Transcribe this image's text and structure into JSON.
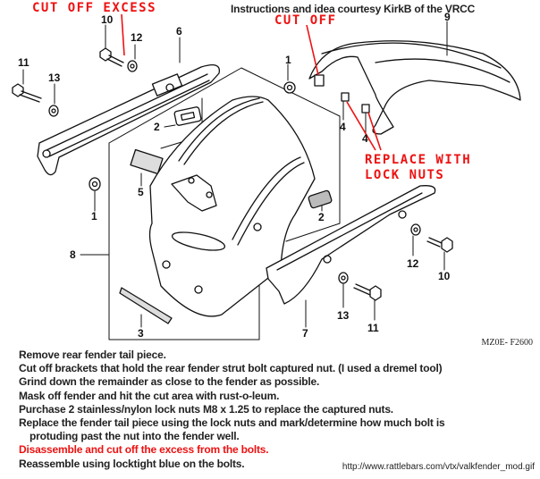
{
  "header": {
    "credit": "Instructions and idea courtesy KirkB of the VRCC"
  },
  "annotations": {
    "cut_off_excess": "CUT OFF EXCESS",
    "cut_off": "CUT OFF",
    "replace_line1": "REPLACE WITH",
    "replace_line2": "LOCK NUTS",
    "color": "#ee1111"
  },
  "callouts": {
    "c10_top": "10",
    "c12_top": "12",
    "c6": "6",
    "c11_left": "11",
    "c13_left": "13",
    "c2_upper": "2",
    "c5": "5",
    "c1_left": "1",
    "c8": "8",
    "c3": "3",
    "c1_right": "1",
    "c9": "9",
    "c4_a": "4",
    "c4_b": "4",
    "c2_lower": "2",
    "c7": "7",
    "c12_right": "12",
    "c10_right": "10",
    "c13_right": "13",
    "c11_right": "11"
  },
  "diagram_code": "MZ0E- F2600",
  "instructions": [
    "Remove rear fender tail piece.",
    "Cut off brackets that hold the rear fender strut bolt captured nut. (I used a dremel tool)",
    "Grind down the remainder as close to the fender as possible.",
    "Mask off fender and hit the cut area with rust-o-leum.",
    "Purchase 2 stainless/nylon lock nuts M8 x 1.25 to replace the captured nuts.",
    "Replace the fender tail piece using the lock nuts and mark/determine how much bolt is",
    "protuding past the nut into the fender well.",
    "Disassemble and cut off the excess from the bolts.",
    "Reassemble using locktight blue on the bolts."
  ],
  "source_url": "http://www.rattlebars.com/vtx/valkfender_mod.gif"
}
